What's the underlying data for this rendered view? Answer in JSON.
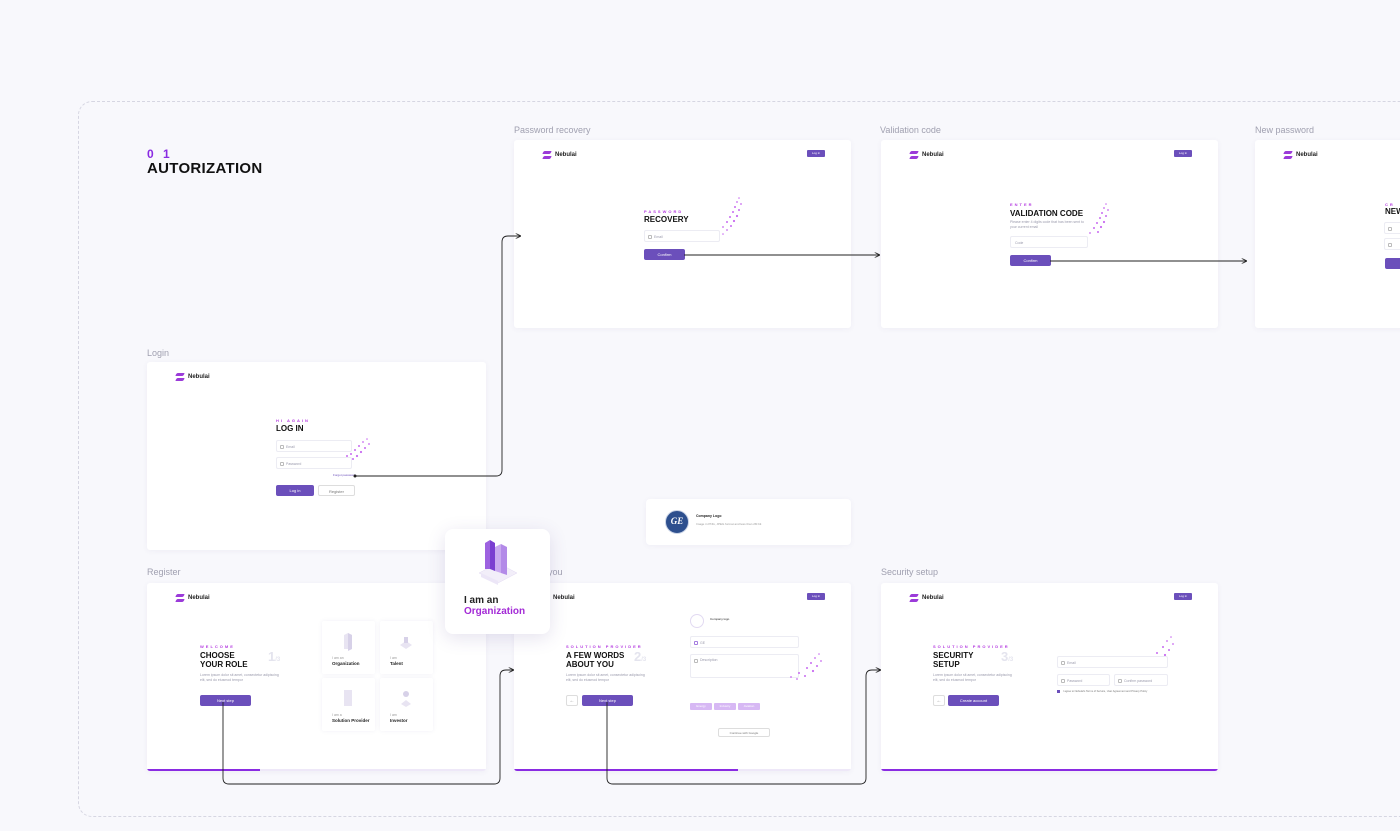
{
  "section": {
    "number": "0 1",
    "title": "AUTORIZATION"
  },
  "brand": {
    "name": "Nebulai",
    "header_button": "Log in"
  },
  "labels": {
    "password_recovery": "Password recovery",
    "validation_code": "Validation code",
    "new_password": "New password",
    "login": "Login",
    "register": "Register",
    "about_you": "you",
    "security_setup": "Security setup"
  },
  "recovery": {
    "kicker": "PASSWORD",
    "heading": "RECOVERY",
    "email_placeholder": "Email",
    "confirm": "Confirm"
  },
  "validation": {
    "kicker": "ENTER",
    "heading": "VALIDATION CODE",
    "desc": "Please enter 4 digits code that has been sent to your current email",
    "code_placeholder": "Code",
    "confirm": "Confirm"
  },
  "newpass": {
    "kicker": "CR",
    "heading": "NEW"
  },
  "login": {
    "kicker": "HI AGAIN",
    "heading": "LOG IN",
    "email_placeholder": "Email",
    "password_placeholder": "Password",
    "forgot": "Forgot password",
    "login_btn": "Log in",
    "register_btn": "Register"
  },
  "register": {
    "kicker": "WELCOME",
    "heading_1": "CHOOSE",
    "heading_2": "YOUR ROLE",
    "step": "1",
    "step_total": "/3",
    "desc": "Lorem ipsum dolor sit amet, consectetur adipiscing elit, sed do eiusmod tempor",
    "next": "Next step",
    "roles": [
      {
        "pre": "I am an",
        "name": "Organization"
      },
      {
        "pre": "I am",
        "name": "Talent"
      },
      {
        "pre": "I am a",
        "name": "Solution Provider"
      },
      {
        "pre": "I am",
        "name": "Investor"
      }
    ]
  },
  "about": {
    "kicker": "SOLUTION PROVIDER",
    "heading_1": "A FEW WORDS",
    "heading_2": "ABOUT YOU",
    "step": "2",
    "step_total": "/3",
    "desc": "Lorem ipsum dolor sit amet, consectetur adipiscing elit, sed do eiusmod tempor",
    "next": "Next step",
    "company_logo_title": "Company logo",
    "company_field": "GE",
    "description_placeholder": "Description",
    "chips": [
      "Energy",
      "Industry",
      "Aviation"
    ],
    "google": "Continue with Google"
  },
  "security": {
    "kicker": "SOLUTION PROVIDER",
    "heading_1": "SECURITY",
    "heading_2": "SETUP",
    "step": "3",
    "step_total": "/3",
    "desc": "Lorem ipsum dolor sit amet, consectetur adipiscing elit, sed do eiusmod tempor",
    "create": "Create account",
    "email_placeholder": "Email",
    "password_placeholder": "Password",
    "confirm_placeholder": "Confirm password",
    "terms": "I agree to Nebulai's Terms of Service, User Agreement and Privacy Policy"
  },
  "tooltip": {
    "line1": "I am an",
    "line2": "Organization"
  },
  "logo_card": {
    "title": "Company Logo",
    "hint": "Image in PNG, JPEG format and less than 2M bit",
    "mark": "GE"
  },
  "colors": {
    "accent": "#6b4fbb",
    "purple": "#8a2be2",
    "magenta": "#b43ae0"
  }
}
